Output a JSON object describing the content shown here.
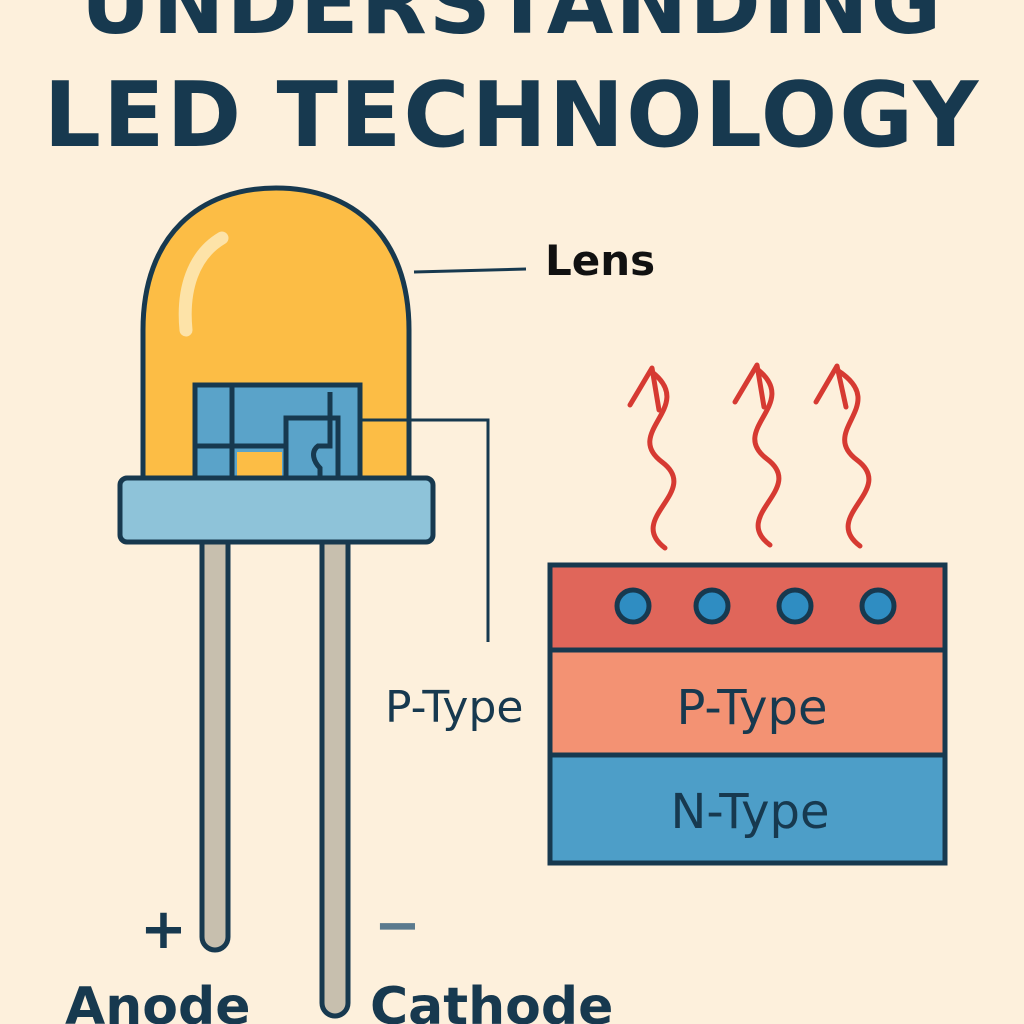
{
  "title": {
    "line1": "UNDERSTANDING",
    "line2": "LED TECHNOLOGY"
  },
  "labels": {
    "lens": "Lens",
    "p_type_callout": "P-Type",
    "anode_sign": "+",
    "anode": "Anode",
    "cathode_sign": "−",
    "cathode": "Cathode"
  },
  "junction": {
    "p_layer": "P-Type",
    "n_layer": "N-Type"
  },
  "colors": {
    "background": "#fdf0dc",
    "ink": "#17394f",
    "lens": "#fcbd45",
    "base": "#8ec3d9",
    "chip": "#5aa3c9",
    "lead": "#c7bfae",
    "top_layer": "#e0665a",
    "p_layer": "#f39273",
    "n_layer": "#4d9ec8",
    "heat_wave": "#d63a32"
  }
}
